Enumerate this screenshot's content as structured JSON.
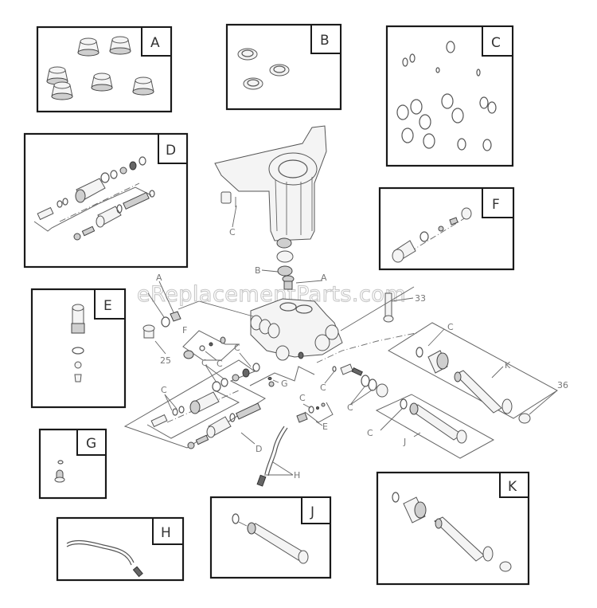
{
  "diagram": {
    "title": "Pressure Washer Pump Exploded Parts Diagram",
    "watermark": "eReplacementParts.com",
    "kits": [
      {
        "id": "A",
        "label": "A"
      },
      {
        "id": "B",
        "label": "B"
      },
      {
        "id": "C",
        "label": "C"
      },
      {
        "id": "D",
        "label": "D"
      },
      {
        "id": "E",
        "label": "E"
      },
      {
        "id": "F",
        "label": "F"
      },
      {
        "id": "G",
        "label": "G"
      },
      {
        "id": "H",
        "label": "H"
      },
      {
        "id": "J",
        "label": "J"
      },
      {
        "id": "K",
        "label": "K"
      }
    ],
    "callouts": {
      "crankcase_c": "C",
      "bearing_b": "B",
      "head_a_top": "A",
      "head_a_left": "A",
      "plug_25": "25",
      "bolt_33": "33",
      "f_group": "F",
      "c_f_ring": "C",
      "c_d_left": "C",
      "c_d_mid": "C",
      "c_mid": "C",
      "g_group": "G",
      "c_center": "C",
      "c_e": "C",
      "e_group": "E",
      "d_group": "D",
      "h_group": "H",
      "c_right_pair": "C",
      "c_k_top": "C",
      "k_group": "K",
      "c_j": "C",
      "j_group": "J",
      "ring_36": "36"
    }
  }
}
